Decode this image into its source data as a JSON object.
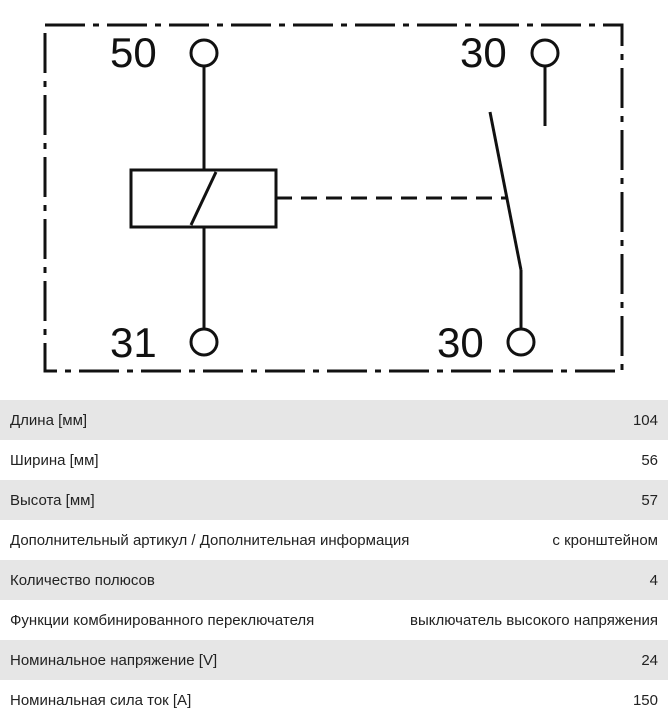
{
  "diagram": {
    "pins": [
      {
        "id": "pin-50",
        "label": "50"
      },
      {
        "id": "pin-30-top",
        "label": "30"
      },
      {
        "id": "pin-31",
        "label": "31"
      },
      {
        "id": "pin-30-bottom",
        "label": "30"
      }
    ]
  },
  "specs": {
    "rows": [
      {
        "label": "Длина [мм]",
        "value": "104"
      },
      {
        "label": "Ширина [мм]",
        "value": "56"
      },
      {
        "label": "Высота [мм]",
        "value": "57"
      },
      {
        "label": "Дополнительный артикул / Дополнительная информация",
        "value": "с кронштейном"
      },
      {
        "label": "Количество полюсов",
        "value": "4"
      },
      {
        "label": "Функции комбинированного переключателя",
        "value": "выключатель высокого напряжения"
      },
      {
        "label": "Номинальное напряжение [V]",
        "value": "24"
      },
      {
        "label": "Номинальная сила ток [A]",
        "value": "150"
      }
    ]
  }
}
